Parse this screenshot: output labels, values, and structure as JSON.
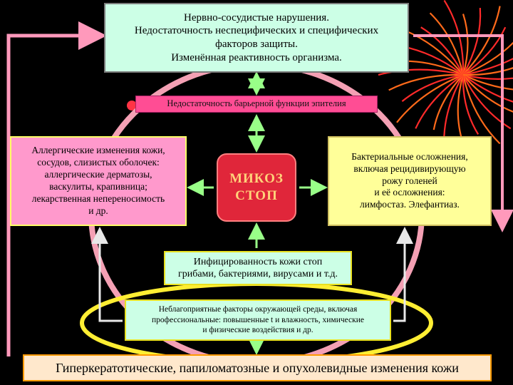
{
  "top_box": {
    "line1": "Нервно-сосудистые нарушения.",
    "line2": "Недостаточность неспецифических и специфических",
    "line3": "факторов защиты.",
    "line4": "Изменённая реактивность организма."
  },
  "barrier_box": {
    "text": "Недостаточность барьерной функции эпителия"
  },
  "left_box": {
    "line1": "Аллергические изменения кожи,",
    "line2": "сосудов, слизистых оболочек:",
    "line3": "аллергические дерматозы,",
    "line4": "васкулиты, крапивница;",
    "line5": "лекарственная непереносимость",
    "line6": "и др."
  },
  "center_box": {
    "line1": "МИКОЗ",
    "line2": "СТОП"
  },
  "right_box": {
    "line1": "Бактериальные осложнения,",
    "line2": "включая рецидивирующую",
    "line3": "рожу голеней",
    "line4": "и её осложнения:",
    "line5": "лимфостаз. Элефантиаз."
  },
  "infect_box": {
    "line1": "Инфицированность кожи стоп",
    "line2": "грибами, бактериями, вирусами и т.д."
  },
  "env_box": {
    "line1": "Неблагоприятные факторы окружающей среды, включая",
    "line2": "профессиональные: повышенные t и влажность, химические",
    "line3": "и физические воздействия и др."
  },
  "bottom_box": {
    "text": "Гиперкератотические, папиломатозные и опухолевидные изменения кожи"
  },
  "colors": {
    "background": "#000000",
    "pink_arrow": "#ff99bb",
    "green_arrow": "#99ff88",
    "yellow_ring": "#ffee33",
    "pink_ring": "#f4a0b4",
    "firework_orange": "#ff6a1a",
    "firework_red": "#ff2a2a"
  }
}
